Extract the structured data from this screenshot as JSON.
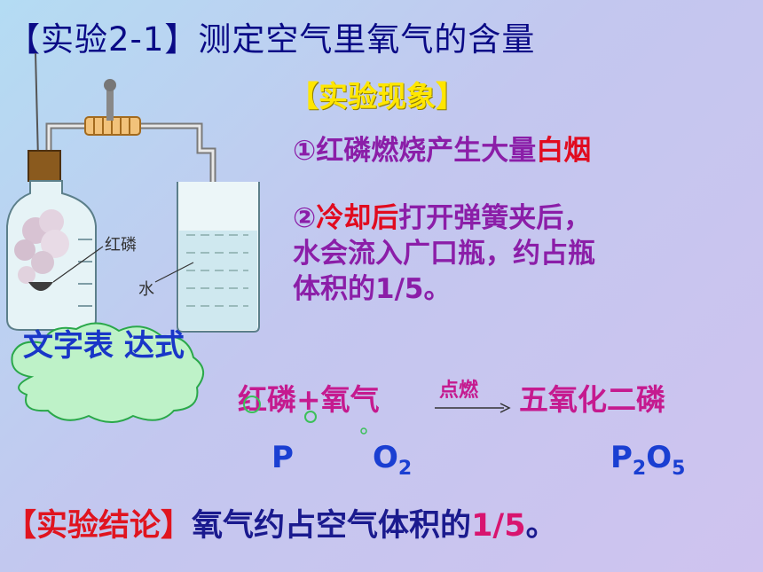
{
  "title": "【实验2-1】测定空气里氧气的含量",
  "phenomenon_heading": "【实验现象】",
  "observation_1": {
    "prefix": "①红磷燃烧产生大量",
    "highlight": "白烟"
  },
  "observation_2": {
    "marker": "②",
    "highlight": "冷却后",
    "line1_rest": "打开弹簧夹后，",
    "line2": "水会流入广口瓶，约占瓶",
    "line3": "体积的1/5。"
  },
  "apparatus": {
    "label_phosphorus": "红磷",
    "label_water": "水"
  },
  "word_equation_cloud": "文字表 达式",
  "equation": {
    "reactants": "红磷+氧气",
    "condition": "点燃",
    "product": "五氧化二磷"
  },
  "symbols": {
    "phosphorus": "P",
    "oxygen": "O",
    "oxygen_sub": "2",
    "product_p": "P",
    "product_p_sub": "2",
    "product_o": "O",
    "product_o_sub": "5"
  },
  "conclusion": {
    "bracket_open": "【",
    "label": "实验结论",
    "bracket_close": "】",
    "text": "氧气约占空气体积的",
    "value": "1/5",
    "end": "。"
  },
  "colors": {
    "title": "#0a0a86",
    "heading_yellow": "#ffe600",
    "observation": "#8b1ea8",
    "highlight_red": "#e10b1f",
    "equation": "#c51a8f",
    "symbol_blue": "#1a3fd2",
    "cloud_fill": "#bef2c8"
  }
}
